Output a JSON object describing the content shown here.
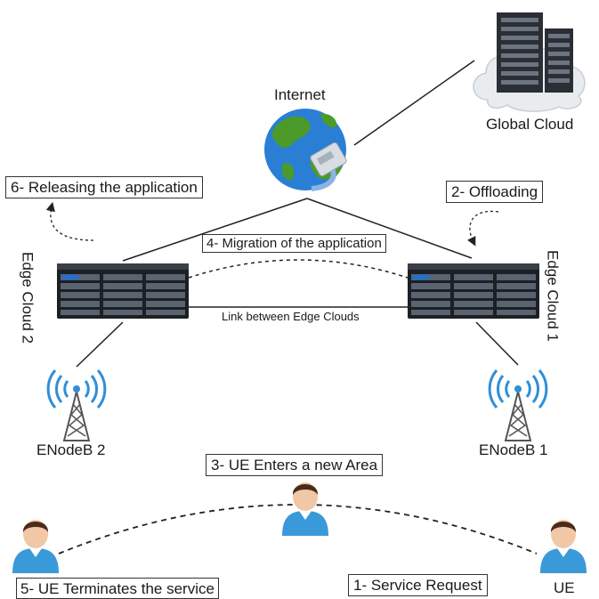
{
  "labels": {
    "internet": "Internet",
    "global_cloud": "Global Cloud",
    "step6": "6- Releasing the application",
    "step2": "2- Offloading",
    "step4": "4- Migration of the application",
    "link": "Link between Edge Clouds",
    "edge_cloud_2": "Edge Cloud 2",
    "edge_cloud_1": "Edge Cloud 1",
    "enodeb2": "ENodeB 2",
    "enodeb1": "ENodeB 1",
    "step3": "3- UE Enters a new Area",
    "step5": "5- UE Terminates the service",
    "step1": "1- Service Request",
    "ue": "UE"
  },
  "colors": {
    "line": "#222222",
    "server_body": "#1c1f24",
    "server_led": "#1e6fd6",
    "cloud": "#e9ecef",
    "globe_ocean": "#2a7fd4",
    "globe_land": "#4c9a2a",
    "signal": "#2f8fd8",
    "person_shirt": "#3a9ad9",
    "person_skin": "#f2c7a5",
    "person_hair": "#4a2c1a"
  }
}
